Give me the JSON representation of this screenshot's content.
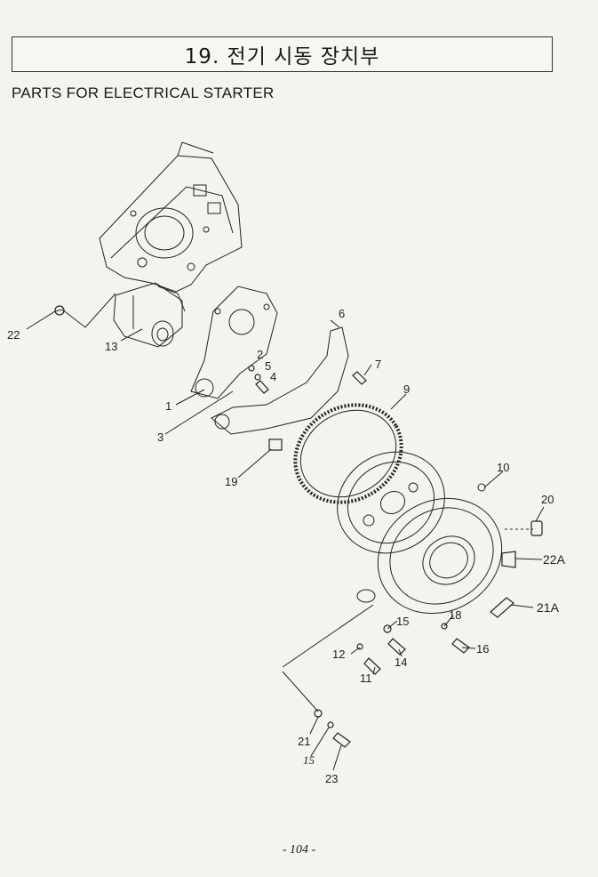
{
  "header": {
    "title": "19. 전기 시동 장치부",
    "subtitle": "PARTS FOR ELECTRICAL STARTER"
  },
  "callouts": [
    {
      "id": "c1",
      "text": "1"
    },
    {
      "id": "c2",
      "text": "2"
    },
    {
      "id": "c3",
      "text": "3"
    },
    {
      "id": "c4",
      "text": "4"
    },
    {
      "id": "c5",
      "text": "5"
    },
    {
      "id": "c6",
      "text": "6"
    },
    {
      "id": "c7",
      "text": "7"
    },
    {
      "id": "c9",
      "text": "9"
    },
    {
      "id": "c10",
      "text": "10"
    },
    {
      "id": "c11",
      "text": "11"
    },
    {
      "id": "c12",
      "text": "12"
    },
    {
      "id": "c13",
      "text": "13"
    },
    {
      "id": "c14",
      "text": "14"
    },
    {
      "id": "c15a",
      "text": "15"
    },
    {
      "id": "c15b",
      "text": "15"
    },
    {
      "id": "c16",
      "text": "16"
    },
    {
      "id": "c18",
      "text": "18"
    },
    {
      "id": "c19",
      "text": "19"
    },
    {
      "id": "c20",
      "text": "20"
    },
    {
      "id": "c21",
      "text": "21"
    },
    {
      "id": "c21a",
      "text": "21A"
    },
    {
      "id": "c22",
      "text": "22"
    },
    {
      "id": "c22a",
      "text": "22A"
    },
    {
      "id": "c23",
      "text": "23"
    }
  ],
  "footer": {
    "page": "- 104 -"
  }
}
